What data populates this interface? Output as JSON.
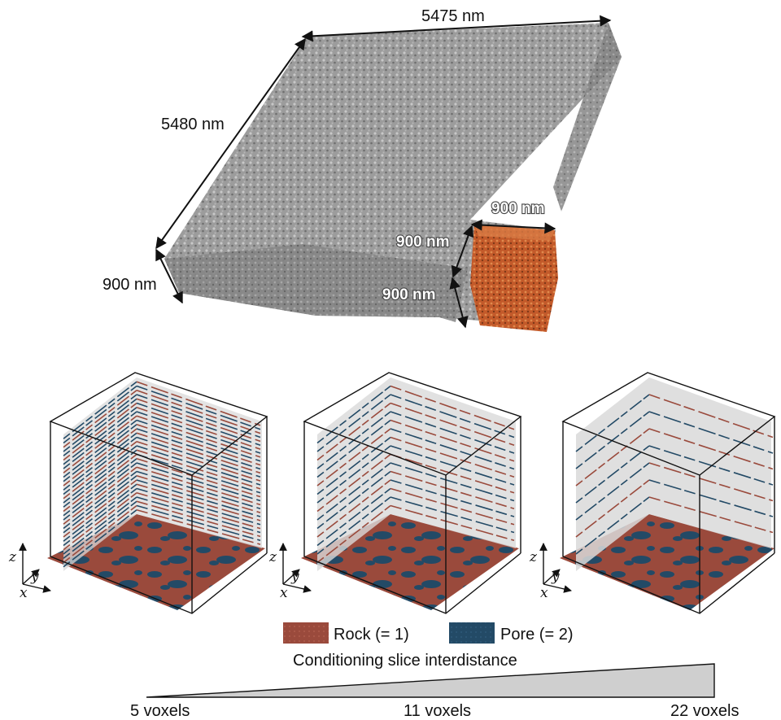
{
  "colors": {
    "rock": "#9a4a3c",
    "pore": "#234a66",
    "sample_gray": "#9a9a9a",
    "subvolume_orange": "#c9602d",
    "slice_plane": "#d9d9d9",
    "ramp_fill": "#cfcfcf"
  },
  "top_panel": {
    "dim_top": "5475 nm",
    "dim_left": "5480 nm",
    "dim_depth": "900 nm",
    "subvolume": {
      "dim_top": "900 nm",
      "dim_side": "900 nm",
      "dim_depth": "900 nm"
    }
  },
  "cubes": [
    {
      "slice_count": 32
    },
    {
      "slice_count": 16
    },
    {
      "slice_count": 8
    }
  ],
  "axes": {
    "x": "x",
    "y": "y",
    "z": "z"
  },
  "legend": {
    "rock": "Rock (= 1)",
    "pore": "Pore (= 2)"
  },
  "scale": {
    "title": "Conditioning slice interdistance",
    "ticks": [
      "5 voxels",
      "11 voxels",
      "22 voxels"
    ]
  }
}
